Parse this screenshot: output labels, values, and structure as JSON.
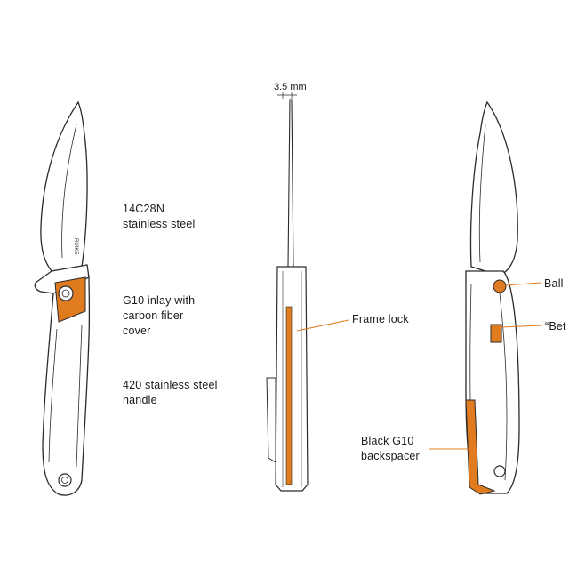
{
  "colors": {
    "outline": "#2b2b2b",
    "accent": "#e07b1f",
    "leader": "#e07b1f"
  },
  "brand_mark": "RUIKE",
  "dimension": {
    "text": "3.5 mm"
  },
  "callouts": {
    "blade_steel": "14C28N\nstainless steel",
    "inlay": "G10 inlay with\ncarbon fiber\ncover",
    "handle": "420 stainless steel\nhandle",
    "frame_lock": "Frame lock",
    "backspacer": "Black G10\nbackspacer",
    "ball": "Ball",
    "bet": "“Bet"
  }
}
